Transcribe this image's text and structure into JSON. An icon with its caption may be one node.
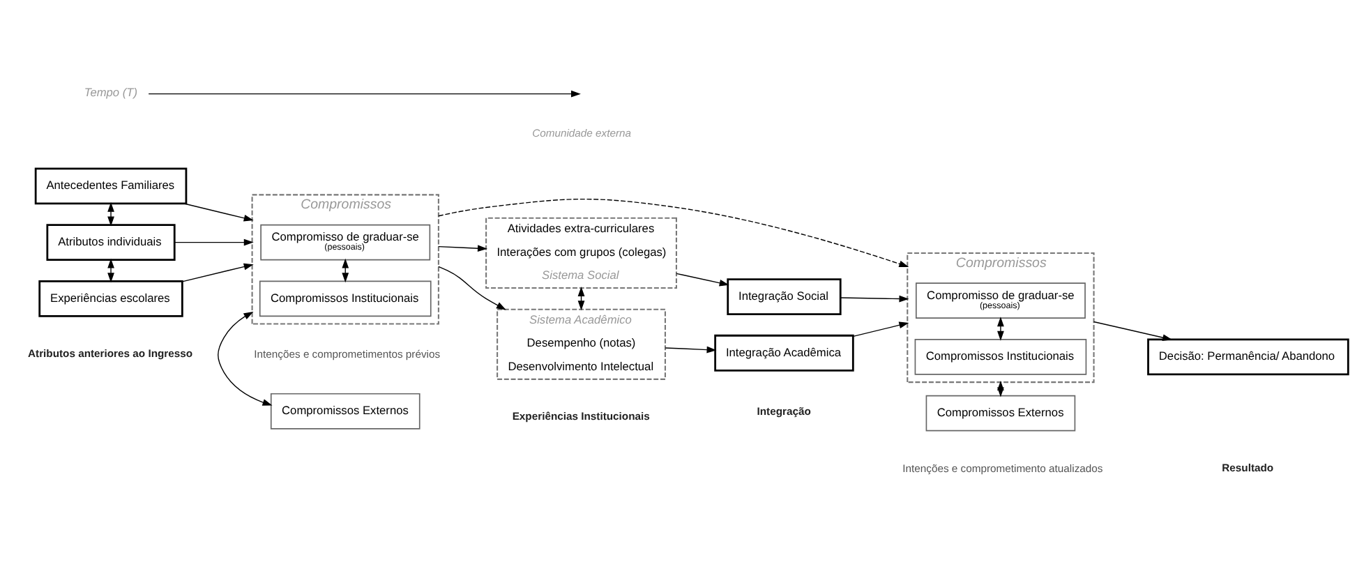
{
  "diagram": {
    "nodes": [
      {
        "text": [
          "Antecedentes Familiares"
        ]
      },
      {
        "text": [
          "Atributos individuais"
        ]
      },
      {
        "text": [
          "Experiências escolares"
        ]
      },
      {
        "text": [
          "Compromissos"
        ]
      },
      {
        "text": [
          "Compromisso de graduar-se",
          "(pessoais)"
        ],
        "in": 3
      },
      {
        "text": [
          "Compromissos Institucionais"
        ],
        "in": 3
      },
      {
        "text": [
          "Compromissos Externos"
        ]
      },
      {
        "text": [
          "Sistema Acadêmico",
          "Desempenho (notas)",
          "Desenvolvimento Intelectual"
        ]
      },
      {
        "text": [
          "Atividades extra-curriculares",
          "Interações com grupos (colegas)",
          "Sistema Social"
        ]
      },
      {
        "text": [
          "Integração Acadêmica"
        ]
      },
      {
        "text": [
          "Integração Social"
        ]
      },
      {
        "text": [
          "Compromissos"
        ]
      },
      {
        "text": [
          "Compromisso de graduar-se",
          "(pessoais)"
        ],
        "in": 11
      },
      {
        "text": [
          "Compromissos Institucionais"
        ],
        "in": 11
      },
      {
        "text": [
          "Compromissos Externos"
        ]
      },
      {
        "text": [
          "Decisão: Permanência/ Abandono"
        ]
      },
      {
        "text": [
          "Tempo (T)"
        ]
      }
    ],
    "edges": [
      {
        "from": 0,
        "to": 3,
        "arrow": "to"
      },
      {
        "from": 1,
        "to": 3,
        "arrow": "to"
      },
      {
        "from": 2,
        "to": 3,
        "arrow": "to"
      },
      {
        "from": 0,
        "to": 1,
        "arrow": "both"
      },
      {
        "from": 1,
        "to": 2,
        "arrow": "both"
      },
      {
        "from": 4,
        "to": 5,
        "arrow": "both"
      },
      {
        "from": 3,
        "to": 6,
        "arrow": "both"
      },
      {
        "from": 3,
        "to": 7,
        "arrow": "to"
      },
      {
        "from": 3,
        "to": 8,
        "arrow": "to"
      },
      {
        "from": 7,
        "to": 8,
        "arrow": "both"
      },
      {
        "from": 3,
        "to": 11,
        "arrow": "to",
        "style": "dashed"
      },
      {
        "from": 7,
        "to": 9,
        "arrow": "to"
      },
      {
        "from": 8,
        "to": 10,
        "arrow": "to"
      },
      {
        "from": 9,
        "to": 11,
        "arrow": "to"
      },
      {
        "from": 10,
        "to": 11,
        "arrow": "to"
      },
      {
        "from": 12,
        "to": 13,
        "arrow": "both"
      },
      {
        "from": 11,
        "to": 14,
        "arrow": "both"
      },
      {
        "from": 11,
        "to": 15,
        "arrow": "to"
      },
      {
        "from": 16,
        "to": null,
        "arrow": "to"
      }
    ],
    "labels": [
      "Atributos anteriores ao Ingresso",
      "Intenções e comprometimentos prévios",
      "Experiências Institucionais",
      "Integração",
      "Intenções e comprometimento atualizados",
      "Resultado",
      "Comunidade externa"
    ]
  }
}
